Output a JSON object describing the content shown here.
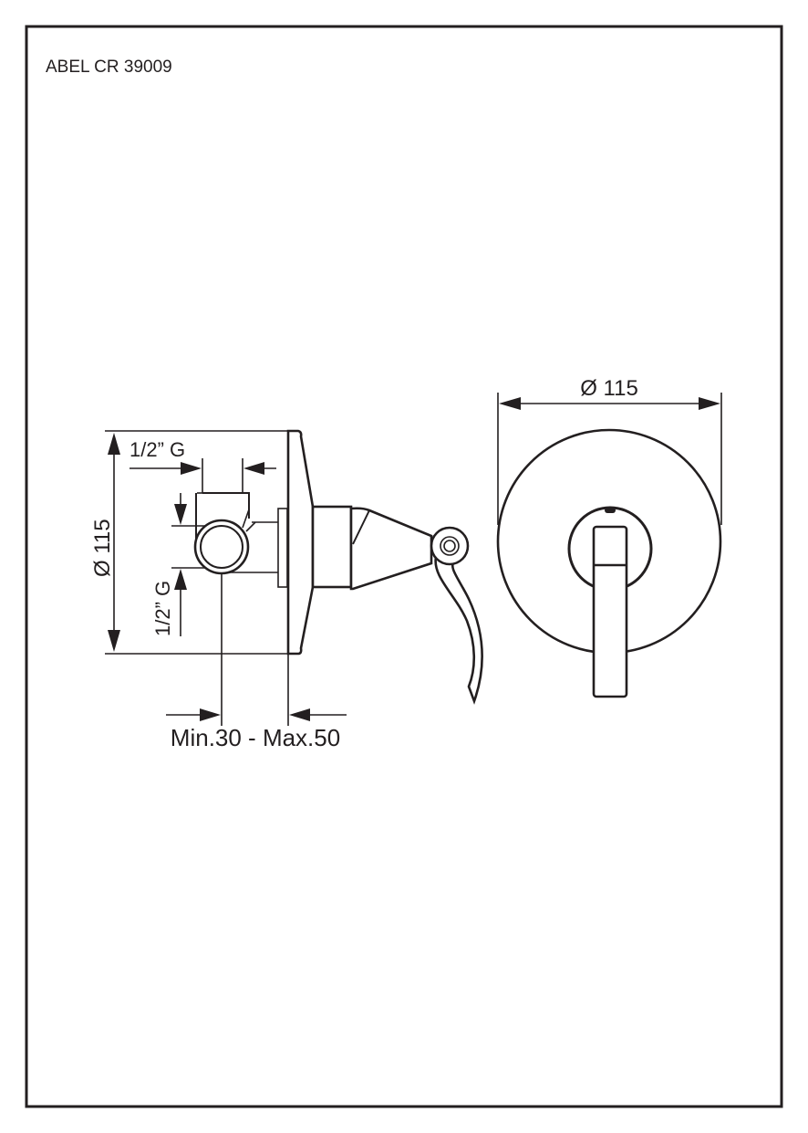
{
  "title": "ABEL CR 39009",
  "side_view": {
    "diameter_label": "Ø 115",
    "top_thread_label": "1/2” G",
    "left_thread_label": "1/2” G",
    "depth_label": "Min.30 - Max.50"
  },
  "front_view": {
    "diameter_label": "Ø 115"
  },
  "colors": {
    "line": "#231f20",
    "background": "#ffffff"
  }
}
